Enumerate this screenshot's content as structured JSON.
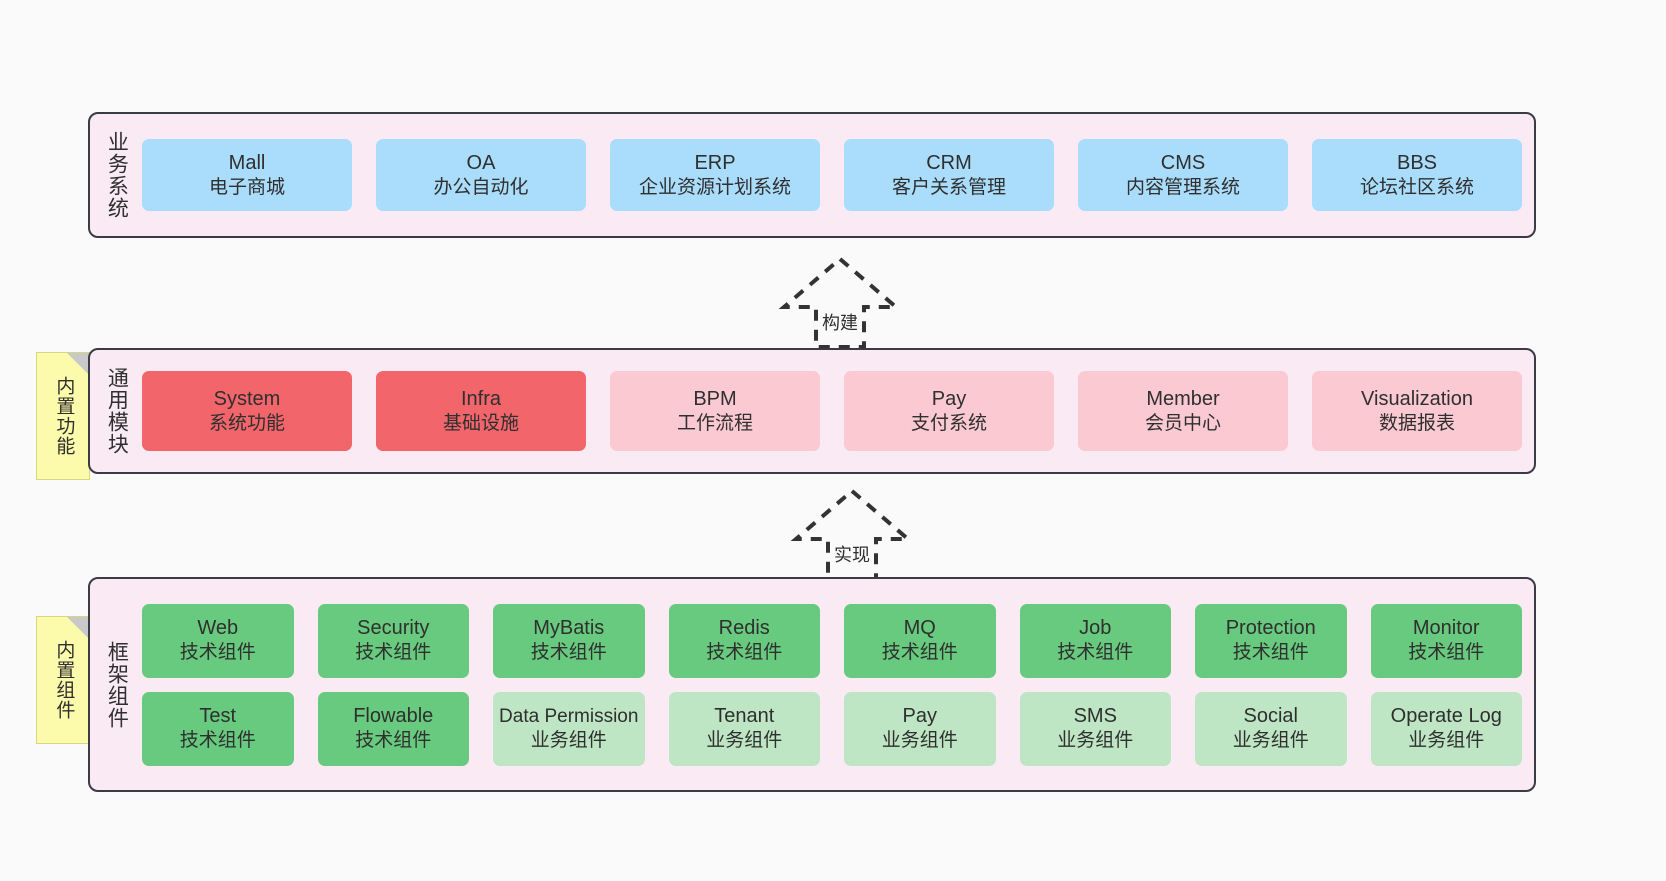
{
  "layers": [
    {
      "id": "business",
      "title": "业务系统",
      "rows": [
        {
          "cards": [
            {
              "en": "Mall",
              "cn": "电子商城",
              "color": "#aaddfb",
              "style": "c-blue"
            },
            {
              "en": "OA",
              "cn": "办公自动化",
              "color": "#aaddfb",
              "style": "c-blue"
            },
            {
              "en": "ERP",
              "cn": "企业资源计划系统",
              "color": "#aaddfb",
              "style": "c-blue"
            },
            {
              "en": "CRM",
              "cn": "客户关系管理",
              "color": "#aaddfb",
              "style": "c-blue"
            },
            {
              "en": "CMS",
              "cn": "内容管理系统",
              "color": "#aaddfb",
              "style": "c-blue"
            },
            {
              "en": "BBS",
              "cn": "论坛社区系统",
              "color": "#aaddfb",
              "style": "c-blue"
            }
          ]
        }
      ]
    },
    {
      "id": "modules",
      "title": "通用模块",
      "sticky": "内置功能",
      "rows": [
        {
          "cards": [
            {
              "en": "System",
              "cn": "系统功能",
              "color": "#f2666b",
              "style": "c-red"
            },
            {
              "en": "Infra",
              "cn": "基础设施",
              "color": "#f2666b",
              "style": "c-red"
            },
            {
              "en": "BPM",
              "cn": "工作流程",
              "color": "#fbc9d2",
              "style": "c-pink"
            },
            {
              "en": "Pay",
              "cn": "支付系统",
              "color": "#fbc9d2",
              "style": "c-pink"
            },
            {
              "en": "Member",
              "cn": "会员中心",
              "color": "#fbc9d2",
              "style": "c-pink"
            },
            {
              "en": "Visualization",
              "cn": "数据报表",
              "color": "#fbc9d2",
              "style": "c-pink"
            }
          ]
        }
      ]
    },
    {
      "id": "framework",
      "title": "框架组件",
      "sticky": "内置组件",
      "rows": [
        {
          "cards": [
            {
              "en": "Web",
              "cn": "技术组件",
              "color": "#68ca7e",
              "style": "c-green"
            },
            {
              "en": "Security",
              "cn": "技术组件",
              "color": "#68ca7e",
              "style": "c-green"
            },
            {
              "en": "MyBatis",
              "cn": "技术组件",
              "color": "#68ca7e",
              "style": "c-green"
            },
            {
              "en": "Redis",
              "cn": "技术组件",
              "color": "#68ca7e",
              "style": "c-green"
            },
            {
              "en": "MQ",
              "cn": "技术组件",
              "color": "#68ca7e",
              "style": "c-green"
            },
            {
              "en": "Job",
              "cn": "技术组件",
              "color": "#68ca7e",
              "style": "c-green"
            },
            {
              "en": "Protection",
              "cn": "技术组件",
              "color": "#68ca7e",
              "style": "c-green"
            },
            {
              "en": "Monitor",
              "cn": "技术组件",
              "color": "#68ca7e",
              "style": "c-green"
            }
          ]
        },
        {
          "cards": [
            {
              "en": "Test",
              "cn": "技术组件",
              "color": "#68ca7e",
              "style": "c-green"
            },
            {
              "en": "Flowable",
              "cn": "技术组件",
              "color": "#68ca7e",
              "style": "c-green"
            },
            {
              "en": "Data Permission",
              "cn": "业务组件",
              "color": "#bee6c4",
              "style": "c-lgreen"
            },
            {
              "en": "Tenant",
              "cn": "业务组件",
              "color": "#bee6c4",
              "style": "c-lgreen"
            },
            {
              "en": "Pay",
              "cn": "业务组件",
              "color": "#bee6c4",
              "style": "c-lgreen"
            },
            {
              "en": "SMS",
              "cn": "业务组件",
              "color": "#bee6c4",
              "style": "c-lgreen"
            },
            {
              "en": "Social",
              "cn": "业务组件",
              "color": "#bee6c4",
              "style": "c-lgreen"
            },
            {
              "en": "Operate Log",
              "cn": "业务组件",
              "color": "#bee6c4",
              "style": "c-lgreen"
            }
          ]
        }
      ]
    }
  ],
  "arrows": [
    {
      "id": "build",
      "label": "构建"
    },
    {
      "id": "implement",
      "label": "实现"
    }
  ],
  "colors": {
    "canvas_bg": "#fafafa",
    "layer_bg": "#faeaf4",
    "layer_border": "#3b3b47",
    "sticky_bg": "#fcfbab",
    "sticky_fold": "#c9c9c9",
    "arrow_stroke": "#333333",
    "blue": "#aaddfb",
    "red": "#f2666b",
    "pink": "#fbc9d2",
    "green": "#68ca7e",
    "light_green": "#bee6c4"
  }
}
